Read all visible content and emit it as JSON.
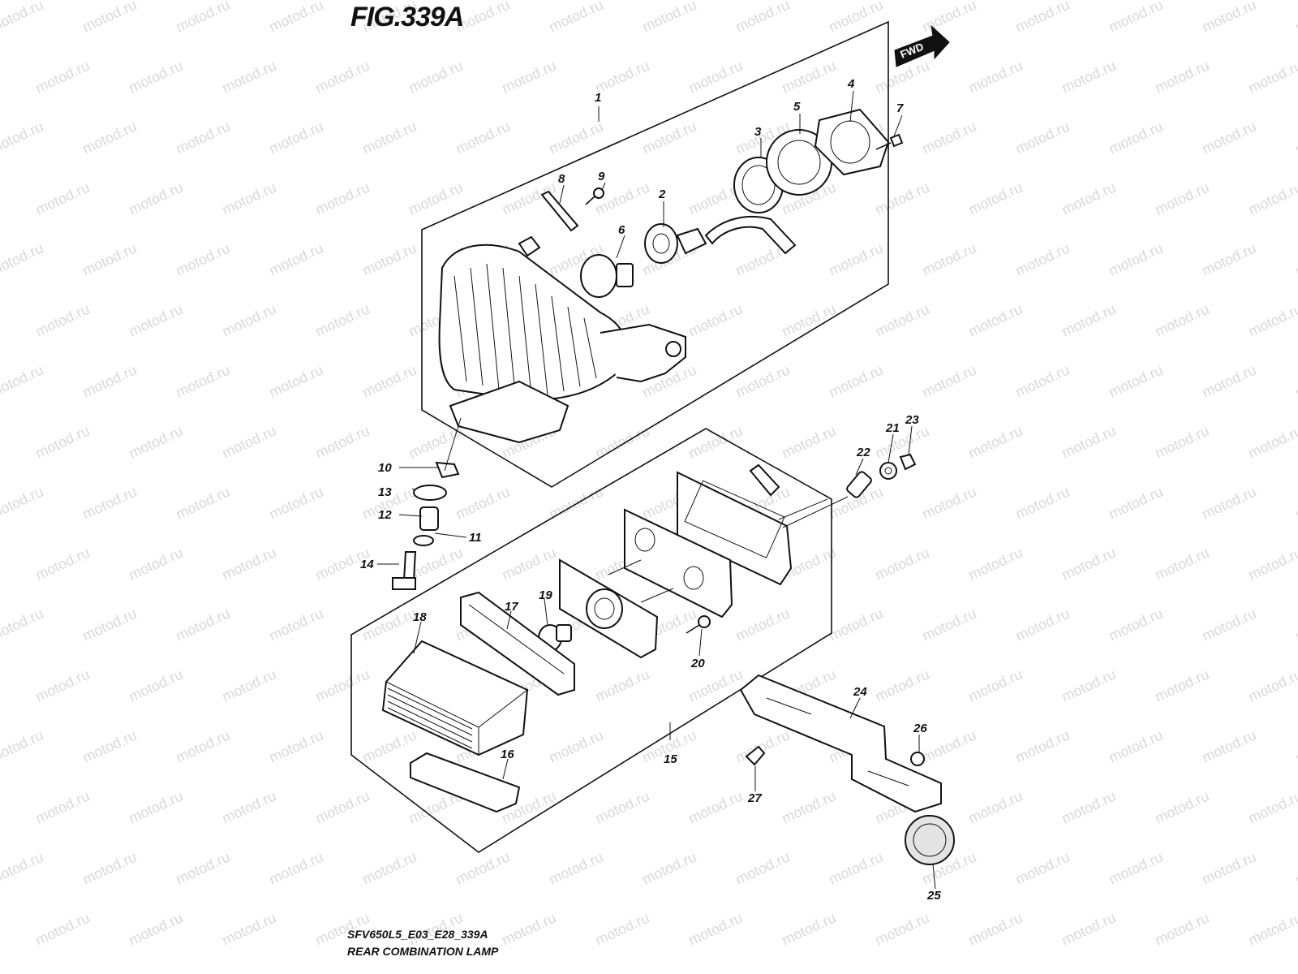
{
  "figure": {
    "title": "FIG.339A",
    "direction_label": "FWD",
    "model_code": "SFV650L5_E03_E28_339A",
    "caption": "REAR COMBINATION LAMP",
    "watermark": "motod.ru"
  },
  "callouts": [
    "1",
    "2",
    "3",
    "4",
    "5",
    "6",
    "7",
    "8",
    "9",
    "10",
    "11",
    "12",
    "13",
    "14",
    "15",
    "16",
    "17",
    "18",
    "19",
    "20",
    "21",
    "22",
    "23",
    "24",
    "25",
    "26",
    "27"
  ]
}
